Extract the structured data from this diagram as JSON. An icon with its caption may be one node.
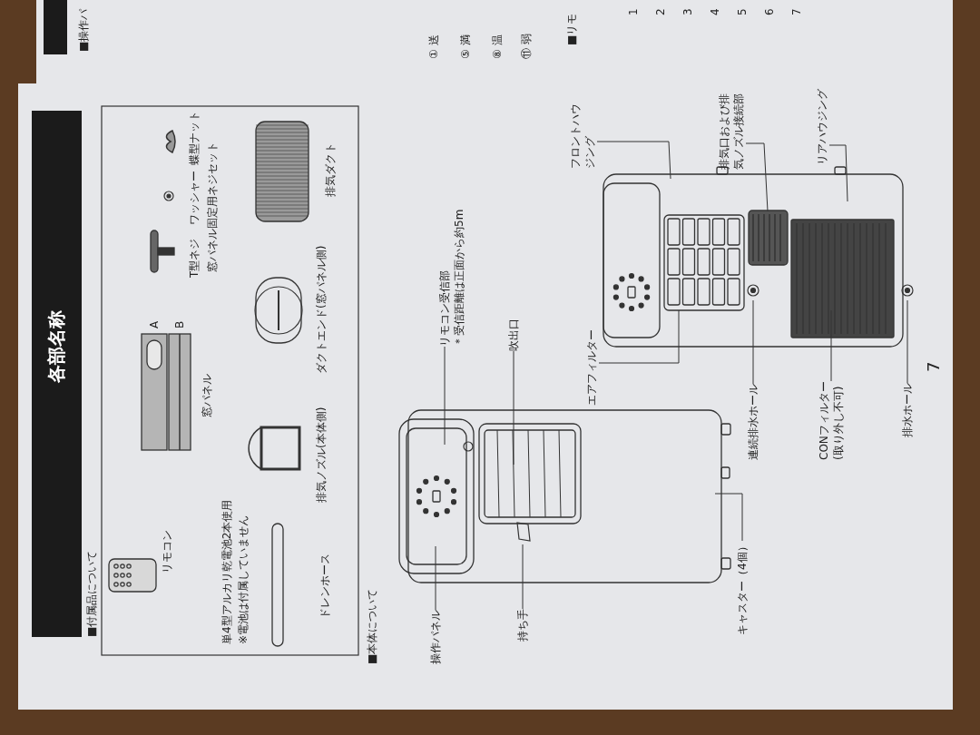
{
  "diagram": {
    "title": "各部名称",
    "nodes": [
      {
        "text": [
          "操作パネル"
        ]
      },
      {
        "text": [
          "持ち手"
        ]
      },
      {
        "text": [
          "キャスター（4個）"
        ]
      },
      {
        "text": [
          "リモコン受信部",
          "＊受信距離は正面から約5m"
        ]
      },
      {
        "text": [
          "吹出口"
        ]
      },
      {
        "text": [
          "エアフィルター"
        ]
      },
      {
        "text": [
          "連続排水ホール"
        ]
      },
      {
        "text": [
          "CONフィルター",
          "(取り外し不可)"
        ]
      },
      {
        "text": [
          "排水ホール"
        ]
      },
      {
        "text": [
          "リアハウジング"
        ]
      },
      {
        "text": [
          "排気口および排気ノズル接続部"
        ]
      },
      {
        "text": [
          "フロントハウジング"
        ]
      }
    ],
    "edges": [
      {
        "from": 0,
        "to": null,
        "arrow": "none"
      },
      {
        "from": 1,
        "to": null,
        "arrow": "none"
      },
      {
        "from": 2,
        "to": null,
        "arrow": "none"
      },
      {
        "from": 3,
        "to": null,
        "arrow": "none"
      },
      {
        "from": 4,
        "to": null,
        "arrow": "none"
      },
      {
        "from": 5,
        "to": null,
        "arrow": "none"
      },
      {
        "from": 6,
        "to": null,
        "arrow": "none"
      },
      {
        "from": 7,
        "to": null,
        "arrow": "none"
      },
      {
        "from": 8,
        "to": null,
        "arrow": "none"
      },
      {
        "from": 9,
        "to": null,
        "arrow": "none"
      },
      {
        "from": 10,
        "to": null,
        "arrow": "none"
      },
      {
        "from": 11,
        "to": null,
        "arrow": "none"
      }
    ],
    "labels": [
      "■付属品について",
      "リモコン",
      "単4型アルカリ乾電池2本使用",
      "※電池は付属していません",
      "ドレンホース",
      "A",
      "B",
      "窓パネル",
      "排気ノズル(本体側)",
      "ダクトエンド(窓パネル側)",
      "T型ネジ",
      "ワッシャー",
      "蝶型ナット",
      "窓パネル固定用ネジセット",
      "排気ダクト",
      "■本体について",
      "7",
      "■操作パ",
      "① 送",
      "⑤ 満",
      "⑧ 温",
      "⑪ 弱",
      "■リモ",
      "1",
      "2",
      "3",
      "4",
      "5",
      "6",
      "7"
    ]
  }
}
